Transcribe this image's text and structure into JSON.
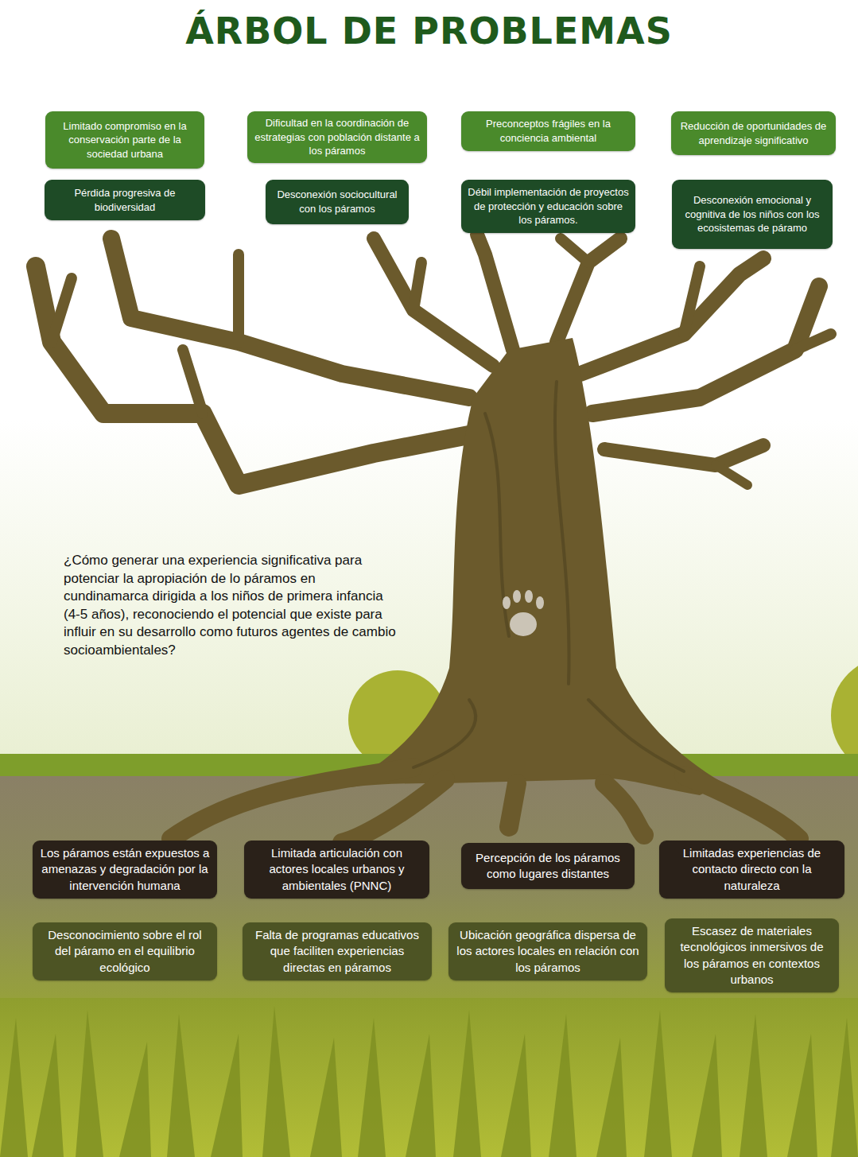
{
  "diagram": {
    "title": "ÁRBOL DE PROBLEMAS",
    "nodes": [
      {
        "text": [
          "Limitado compromiso en la conservación parte de la sociedad urbana"
        ]
      },
      {
        "text": [
          "Dificultad en la coordinación de estrategias con población distante a los páramos"
        ]
      },
      {
        "text": [
          "Preconceptos frágiles en la conciencia ambiental"
        ]
      },
      {
        "text": [
          "Reducción de oportunidades de aprendizaje significativo"
        ]
      },
      {
        "text": [
          "Pérdida progresiva de biodiversidad"
        ]
      },
      {
        "text": [
          "Desconexión sociocultural con los páramos"
        ]
      },
      {
        "text": [
          "Débil implementación de proyectos de protección y educación sobre los páramos."
        ]
      },
      {
        "text": [
          "Desconexión emocional y cognitiva de los niños con los ecosistemas de páramo"
        ]
      },
      {
        "text": [
          "Los páramos están expuestos a amenazas y degradación por la intervención humana"
        ]
      },
      {
        "text": [
          "Limitada articulación con actores locales urbanos  y ambientales (PNNC)"
        ]
      },
      {
        "text": [
          "Percepción de los páramos como lugares distantes"
        ]
      },
      {
        "text": [
          "Limitadas experiencias de contacto directo con la naturaleza"
        ]
      },
      {
        "text": [
          "Desconocimiento sobre el rol del páramo en el equilibrio ecológico"
        ]
      },
      {
        "text": [
          "Falta de programas educativos que faciliten experiencias directas en páramos"
        ]
      },
      {
        "text": [
          "Ubicación geográfica dispersa de los actores locales en relación con los páramos"
        ]
      },
      {
        "text": [
          "Escasez de materiales tecnológicos inmersivos de los páramos en contextos urbanos"
        ]
      }
    ],
    "labels": [
      "¿Cómo generar una experiencia significativa para potenciar la apropiación de lo páramos en cundinamarca dirigida a los niños de primera infancia (4-5 años), reconociendo el potencial que existe para influir en su desarrollo como futuros agentes de cambio socioambientales?"
    ]
  }
}
